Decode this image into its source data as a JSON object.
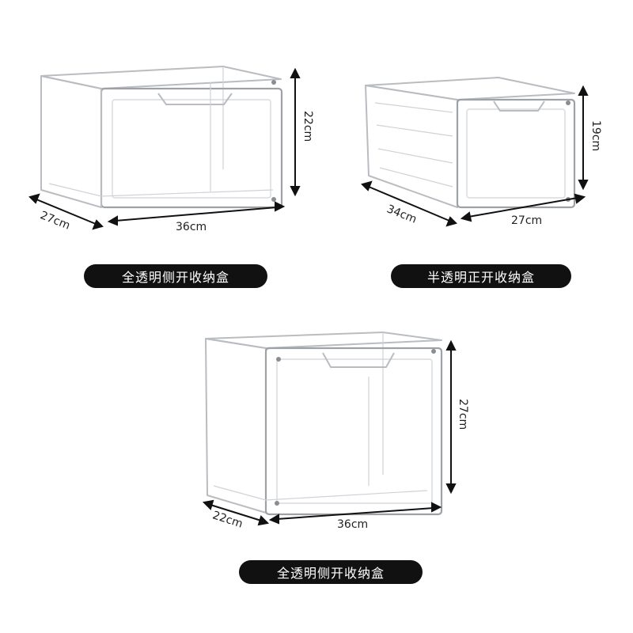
{
  "colors": {
    "background": "#ffffff",
    "caption_bg": "#111111",
    "caption_text": "#ffffff",
    "box_edge": "#b9bcc0",
    "arrow": "#111111"
  },
  "products": [
    {
      "caption": "全透明侧开收纳盒",
      "dims": {
        "height": "22cm",
        "depth": "27cm",
        "width": "36cm"
      }
    },
    {
      "caption": "半透明正开收纳盒",
      "dims": {
        "height": "19cm",
        "depth": "34cm",
        "width": "27cm"
      }
    },
    {
      "caption": "全透明侧开收纳盒",
      "dims": {
        "height": "27cm",
        "depth": "22cm",
        "width": "36cm"
      }
    }
  ]
}
